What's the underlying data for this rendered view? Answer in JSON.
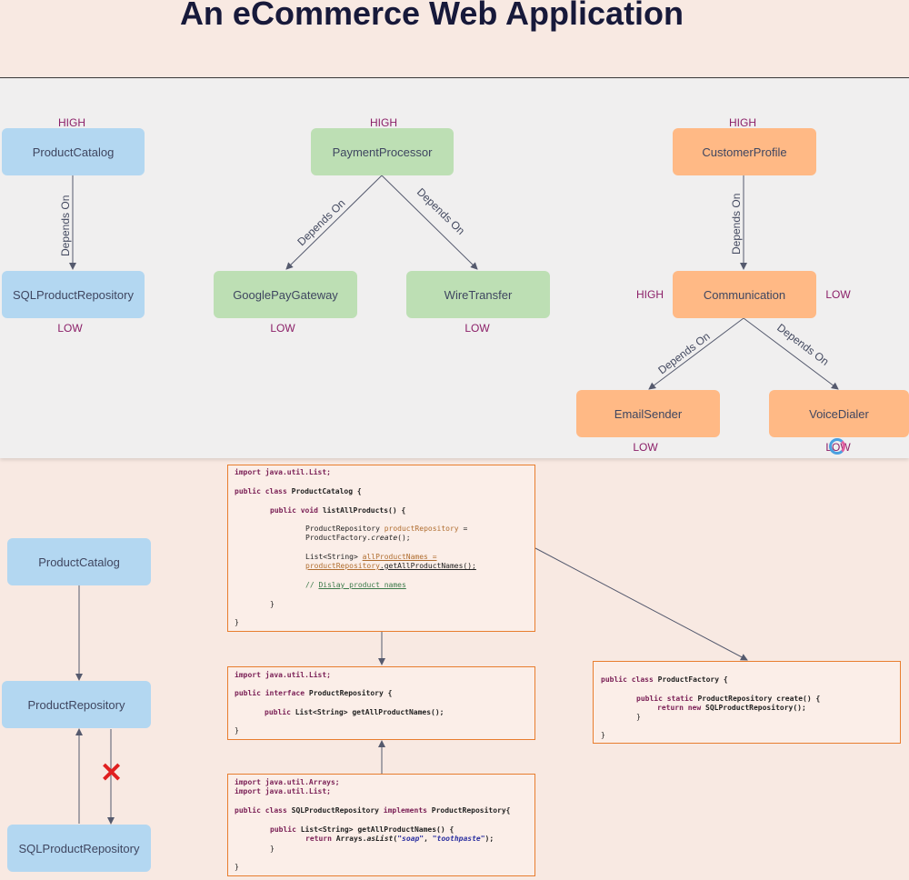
{
  "title": "An eCommerce Web Application",
  "diagram": {
    "dep_label": "Depends On",
    "levels": {
      "high": "HIGH",
      "low": "LOW"
    },
    "nodes": {
      "product_catalog": "ProductCatalog",
      "sql_product_repository": "SQLProductRepository",
      "payment_processor": "PaymentProcessor",
      "google_pay_gateway": "GooglePayGateway",
      "wire_transfer": "WireTransfer",
      "customer_profile": "CustomerProfile",
      "communication": "Communication",
      "email_sender": "EmailSender",
      "voice_dialer": "VoiceDialer"
    }
  },
  "lower_diagram": {
    "nodes": {
      "product_catalog": "ProductCatalog",
      "product_repository": "ProductRepository",
      "sql_product_repository": "SQLProductRepository"
    },
    "cross": "✕"
  },
  "code": {
    "catalog": {
      "l1": "import java.util.List;",
      "l2a": "public class",
      "l2b": "ProductCatalog {",
      "l3a": "public void",
      "l3b": "listAllProducts() {",
      "l4a": "ProductRepository",
      "l4b": "productRepository",
      "l4c": "=",
      "l5a": "ProductFactory.",
      "l5b": "create",
      "l5c": "();",
      "l6a": "List<String>",
      "l6b": "allProductNames =",
      "l7a": "productRepository",
      "l7b": ".getAllProductNames();",
      "l8a": "//",
      "l8b": "Dislay product names",
      "l9": "}",
      "l10": "}"
    },
    "interface": {
      "l1": "import java.util.List;",
      "l2a": "public interface",
      "l2b": "ProductRepository {",
      "l3a": "public",
      "l3b": "List<String> getAllProductNames();",
      "l4": "}"
    },
    "sqlrepo": {
      "l1": "import java.util.Arrays;",
      "l2": "import java.util.List;",
      "l3a": "public class",
      "l3b": "SQLProductRepository",
      "l3c": "implements",
      "l3d": "ProductRepository{",
      "l4a": "public",
      "l4b": "List<String> getAllProductNames() {",
      "l5a": "return",
      "l5b": "Arrays.",
      "l5c": "asList",
      "l5d": "(",
      "l5e": "\"soap\"",
      "l5f": ", ",
      "l5g": "\"toothpaste\"",
      "l5h": ");",
      "l6": "}",
      "l7": "}"
    },
    "factory": {
      "l1a": "public class",
      "l1b": "ProductFactory {",
      "l2a": "public static",
      "l2b": "ProductRepository create() {",
      "l3a": "return new",
      "l3b": "SQLProductRepository();",
      "l4": "}",
      "l5": "}"
    }
  },
  "colors": {
    "blue": "#b3d7f1",
    "green": "#bddfb4",
    "orange": "#ffb985",
    "level_text": "#8b1f68",
    "code_border": "#e87d2e"
  }
}
